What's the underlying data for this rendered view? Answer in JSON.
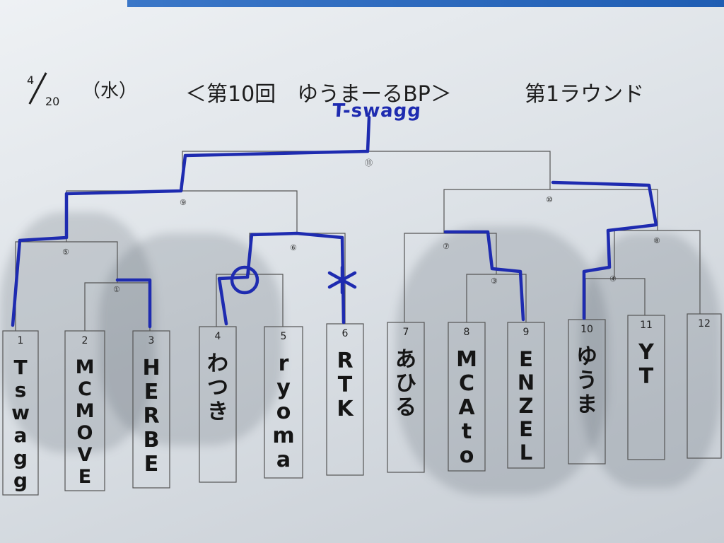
{
  "header": {
    "date_month": "4",
    "date_day": "20",
    "weekday": "（水）",
    "event": "＜第10回　ゆうまーるBP＞",
    "round": "第1ラウンド"
  },
  "winner": "T-swagg",
  "match_labels": [
    "①",
    "③",
    "④",
    "⑤",
    "⑥",
    "⑦",
    "⑧",
    "⑨",
    "⑩",
    "⑪"
  ],
  "entrants": [
    {
      "seat": "1",
      "name": "Tswagg"
    },
    {
      "seat": "2",
      "name": "MCMOVE"
    },
    {
      "seat": "3",
      "name": "HERBE"
    },
    {
      "seat": "4",
      "name": "わつき"
    },
    {
      "seat": "5",
      "name": "ryoma"
    },
    {
      "seat": "6",
      "name": "RTK"
    },
    {
      "seat": "7",
      "name": "あひる"
    },
    {
      "seat": "8",
      "name": "MCAto"
    },
    {
      "seat": "9",
      "name": "ENZEL"
    },
    {
      "seat": "10",
      "name": "ゆうま"
    },
    {
      "seat": "11",
      "name": "YT"
    },
    {
      "seat": "12",
      "name": ""
    }
  ],
  "colors": {
    "pen_blue": "#1e2bb0",
    "bracket_line": "#555555",
    "ink": "#151515"
  }
}
